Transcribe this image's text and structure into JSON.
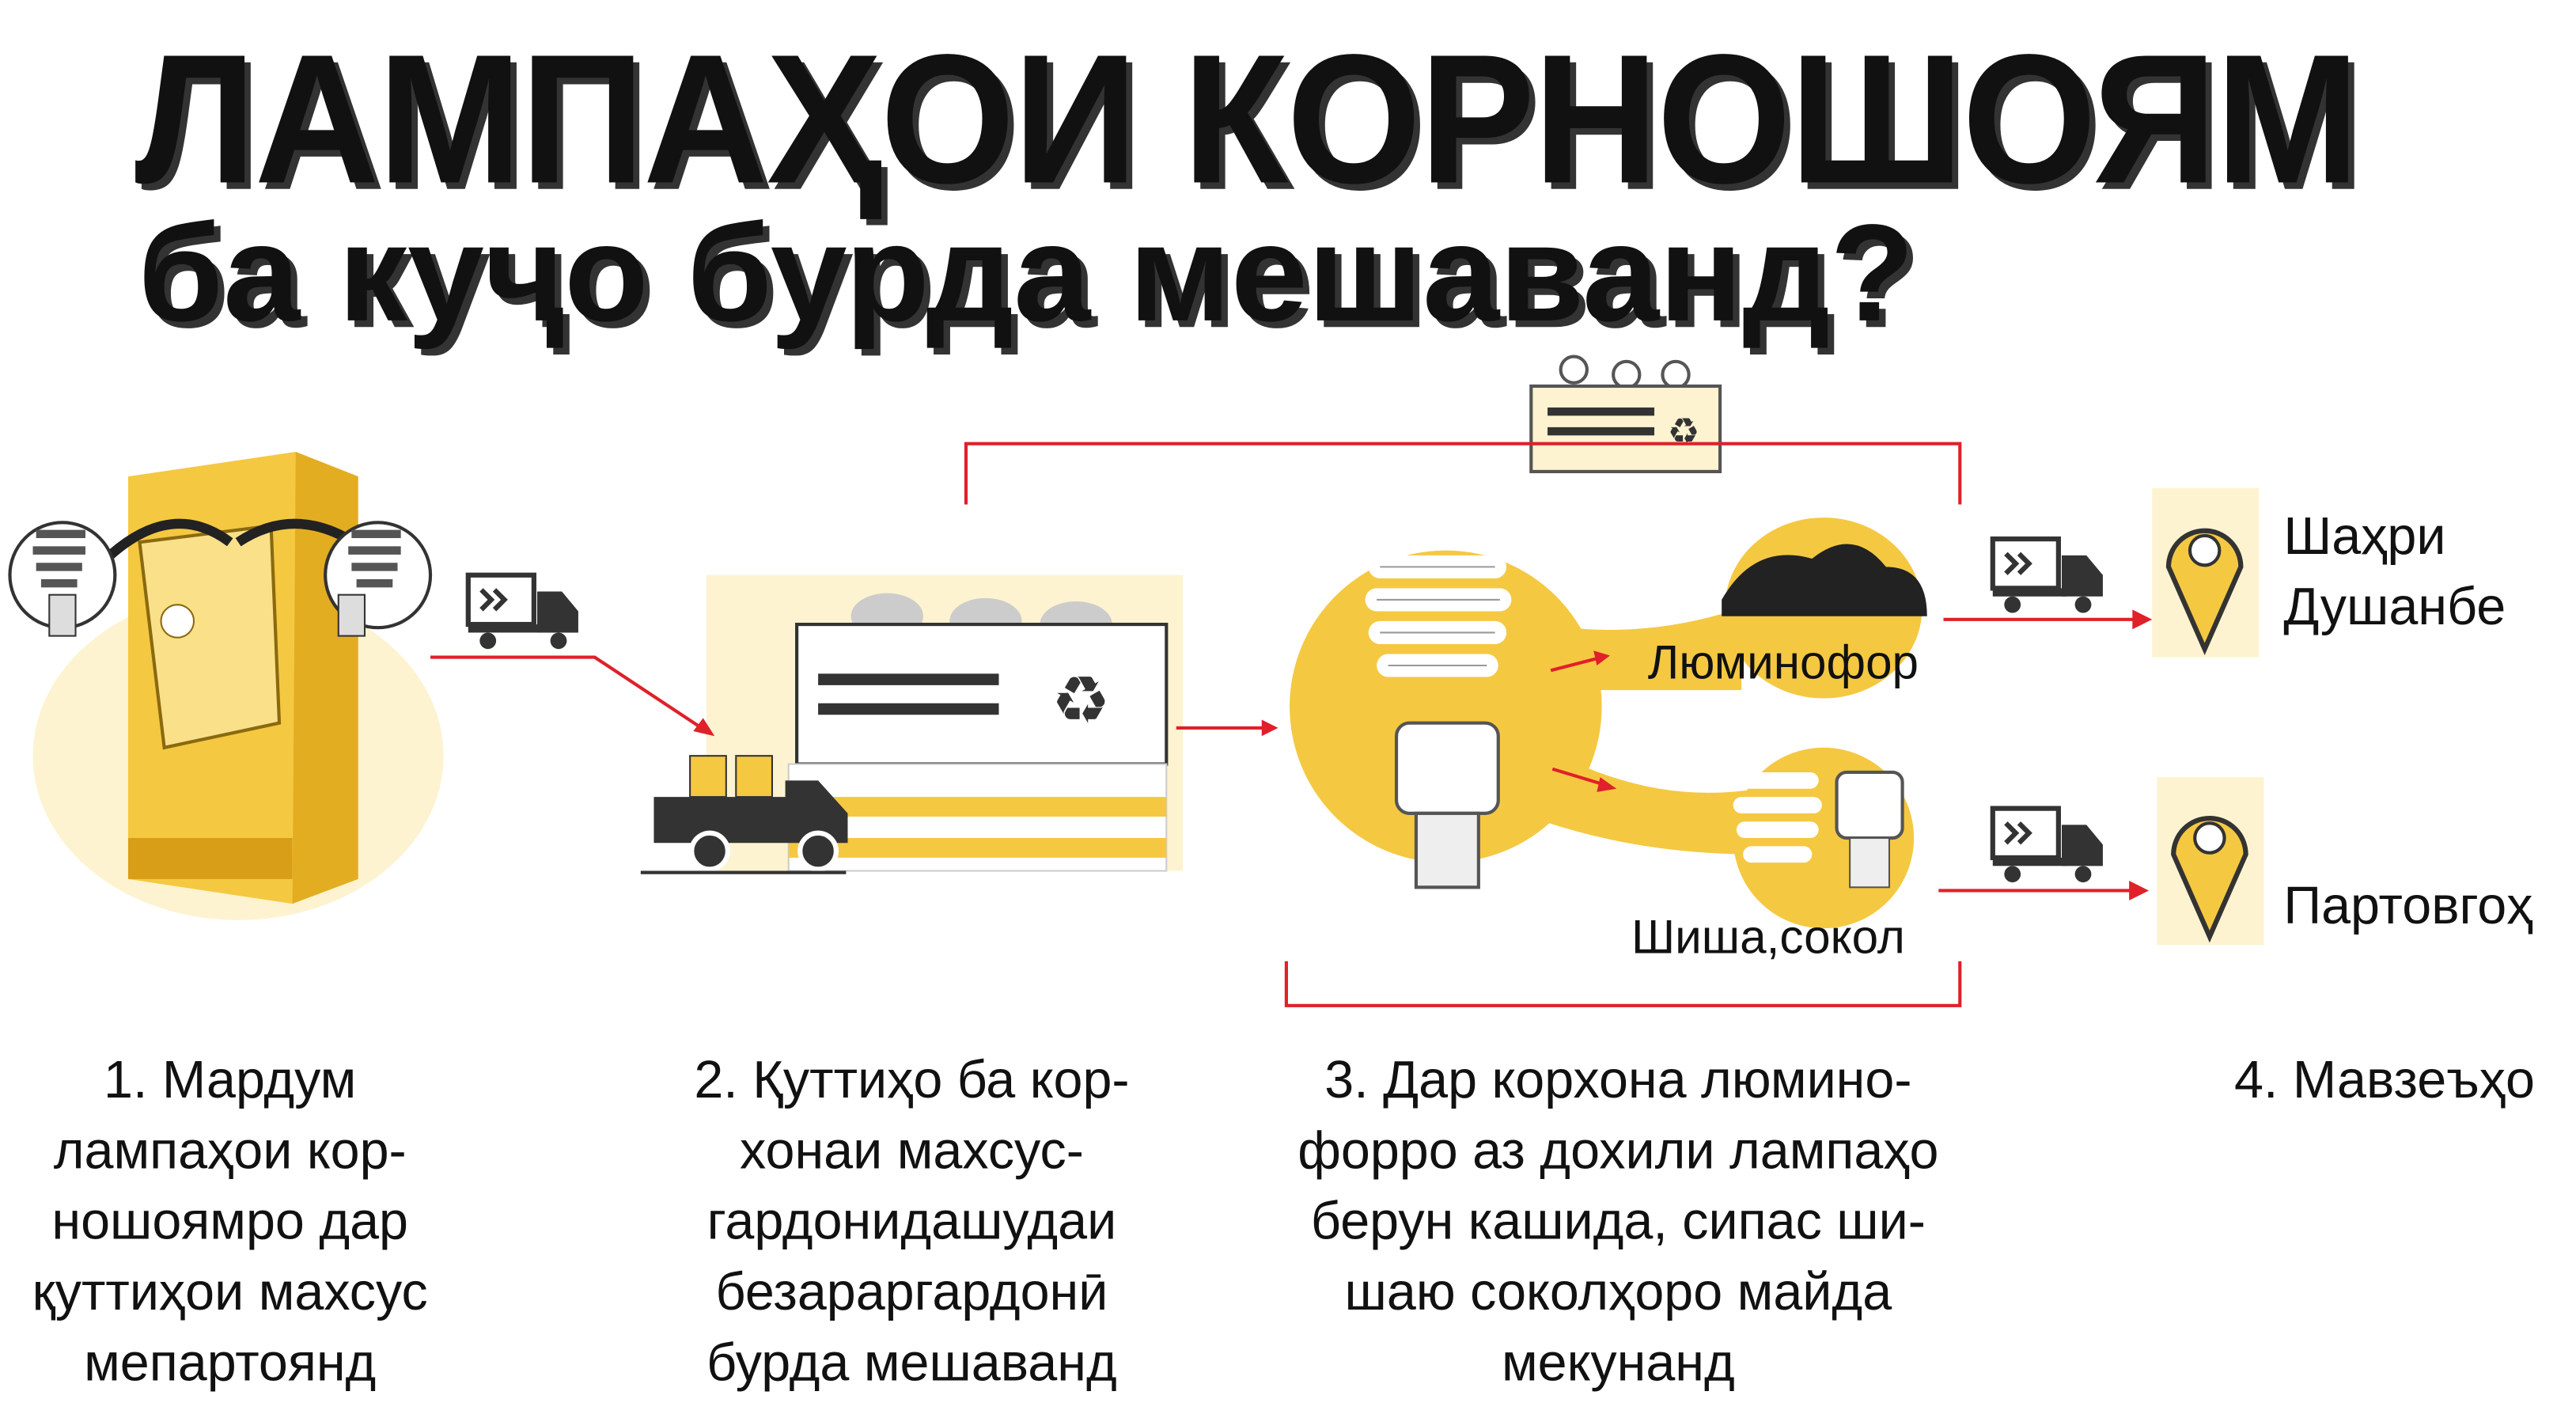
{
  "title": {
    "line1": "ЛАМПАҲОИ КОРНОШОЯМ",
    "line2": "ба куҷо бурда мешаванд?"
  },
  "labels": {
    "phosphor": "Люминофор",
    "glass_socket": "Шиша,сокол"
  },
  "destinations": {
    "city_line1": "Шаҳри",
    "city_line2": "Душанбе",
    "landfill": "Партовгоҳ"
  },
  "steps": [
    {
      "lines": [
        "1. Мардум",
        "лампаҳои кор-",
        "ношоямро дар",
        "қуттиҳои махсус",
        "мепартоянд"
      ]
    },
    {
      "lines": [
        "2. Қуттиҳо ба кор-",
        "хонаи махсус-",
        "гардонидашудаи",
        "безараргардонӣ",
        "бурда мешаванд"
      ]
    },
    {
      "lines": [
        "3.  Дар корхона  люмино-",
        "форро аз дохили лампаҳо",
        "берун кашида, сипас ши-",
        "шаю соколҳоро майда",
        "мекунанд"
      ]
    },
    {
      "lines": [
        "4. Мавзеъҳо"
      ]
    }
  ],
  "colors": {
    "yellow": "#f5c842",
    "light_yellow": "#fdf3d0",
    "red": "#e0202a",
    "dark": "#222222"
  }
}
